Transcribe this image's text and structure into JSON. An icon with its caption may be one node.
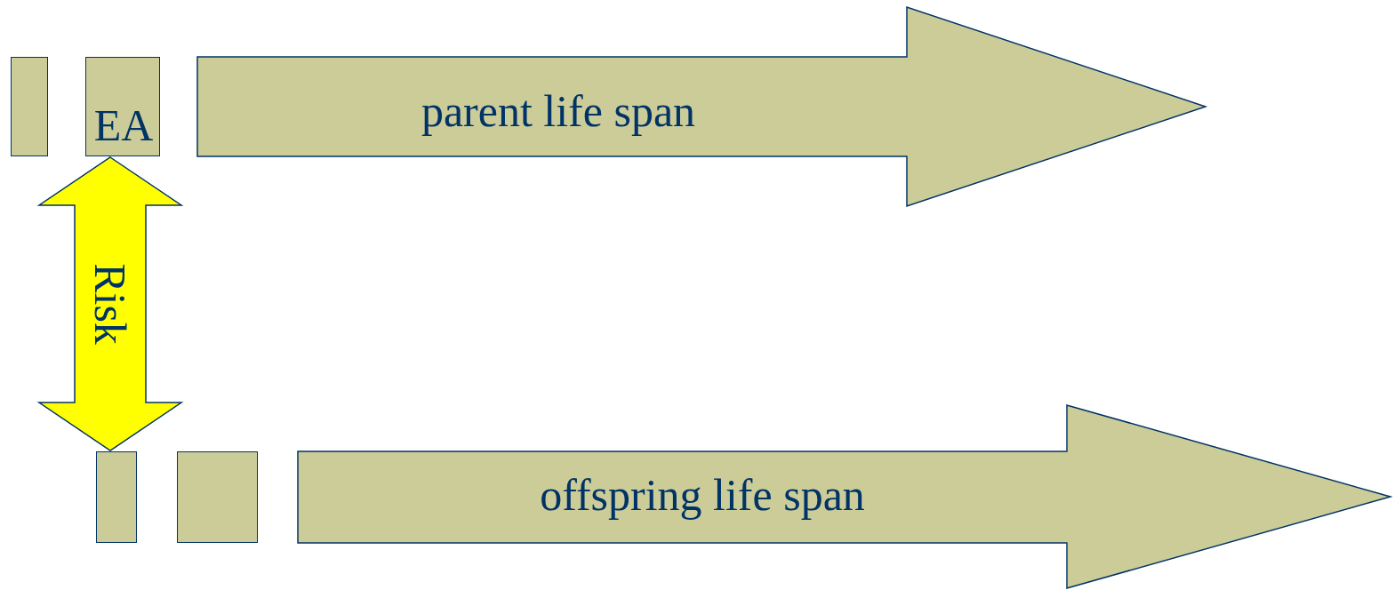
{
  "diagram": {
    "nodes": [
      {
        "text": [],
        "shape": "box"
      },
      {
        "text": [
          "EA"
        ]
      },
      {
        "text": [
          "parent life span"
        ]
      },
      {
        "text": [],
        "shape": "box"
      },
      {
        "text": [],
        "shape": "box"
      },
      {
        "text": [
          "offspring life span"
        ]
      }
    ],
    "edges": [
      {
        "from": 1,
        "to": 3,
        "arrow": "both",
        "label": "Risk",
        "style": "thick",
        "color": "#ffff00"
      }
    ]
  }
}
